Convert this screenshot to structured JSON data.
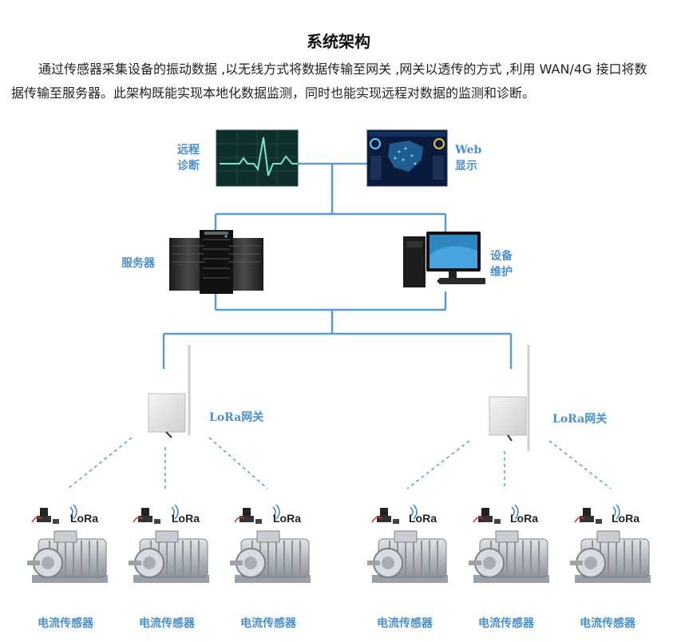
{
  "title": "系统架构",
  "paragraph": "通过传感器采集设备的振动数据 ,以无线方式将数据传输至网关 ,网关以透传的方式 ,利用 WAN/4G 接口将数据传输至服务器。此架构既能实现本地化数据监测，同时也能实现远程对数据的监测和诊断。",
  "nodes": {
    "remote_diag": [
      "远程",
      "诊断"
    ],
    "web_display": [
      "Web",
      "显示"
    ],
    "server": "服务器",
    "maintenance": [
      "设备",
      "维护"
    ],
    "gateway_left": "LoRa网关",
    "gateway_right": "LoRa网关"
  },
  "lora_badge": "LoRa",
  "sensors": [
    "电流传感器",
    "电流传感器",
    "电流传感器",
    "电流传感器",
    "电流传感器",
    "电流传感器"
  ],
  "colors": {
    "line": "#5b9bd5",
    "label": "#4a8fc9",
    "dashed": "#5b9bd5"
  }
}
